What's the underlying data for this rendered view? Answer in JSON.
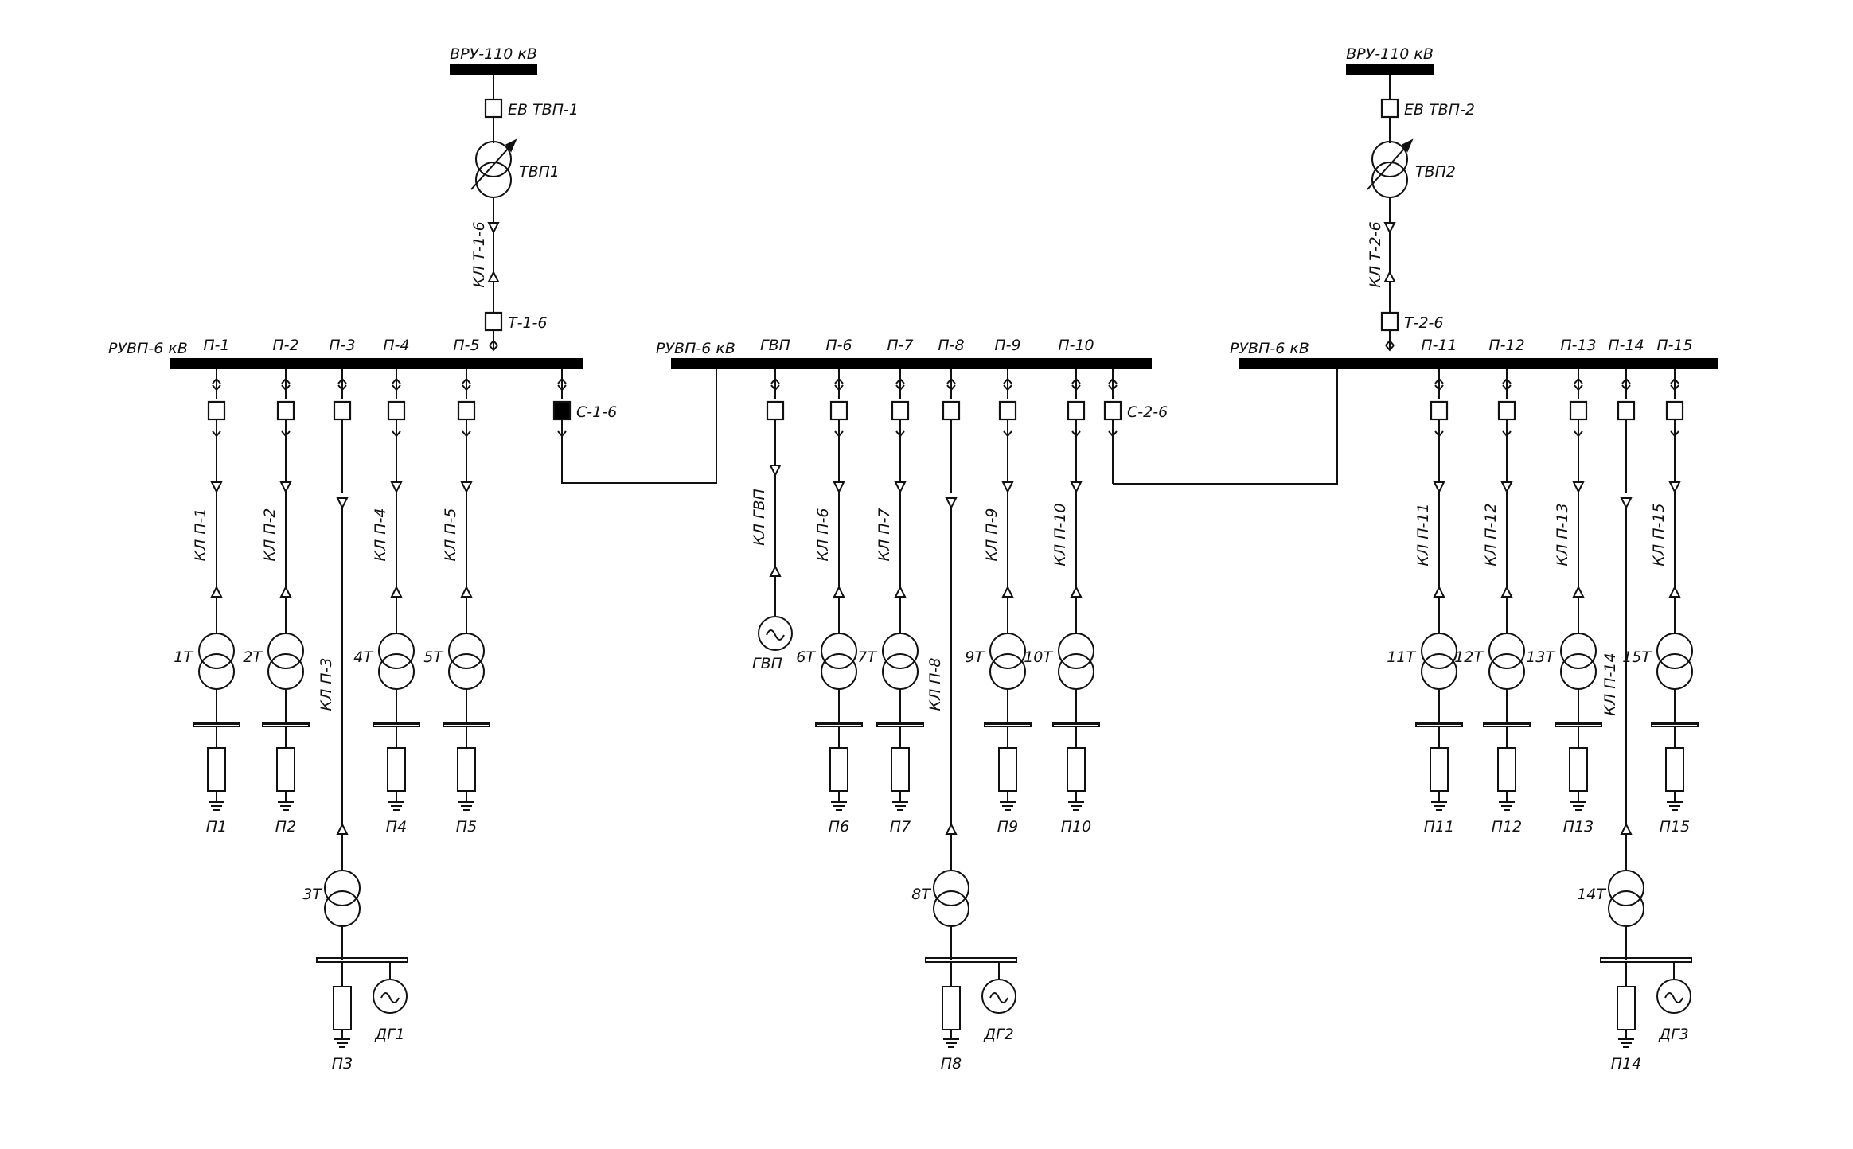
{
  "hv": [
    {
      "bus": "ВРУ-110 кВ",
      "breaker": "ЕВ ТВП-1",
      "transformer": "ТВП1",
      "cable": "КЛ Т-1-6",
      "incomer": "Т-1-6"
    },
    {
      "bus": "ВРУ-110 кВ",
      "breaker": "ЕВ ТВП-2",
      "transformer": "ТВП2",
      "cable": "КЛ Т-2-6",
      "incomer": "Т-2-6"
    }
  ],
  "buses": [
    "РУВП-6 кВ",
    "РУВП-6 кВ",
    "РУВП-6 кВ"
  ],
  "section_breakers": [
    {
      "label": "С-1-6",
      "state": "closed"
    },
    {
      "label": "С-2-6",
      "state": "open"
    }
  ],
  "generator_feeder": {
    "feeder": "ГВП",
    "cable": "КЛ ГВП",
    "generator": "ГВП"
  },
  "feeders": [
    {
      "feeder": "П-1",
      "cable": "КЛ П-1",
      "transformer": "1Т",
      "load": "П1",
      "bus": 0,
      "type": "short"
    },
    {
      "feeder": "П-2",
      "cable": "КЛ П-2",
      "transformer": "2Т",
      "load": "П2",
      "bus": 0,
      "type": "short"
    },
    {
      "feeder": "П-3",
      "cable": "КЛ П-3",
      "transformer": "3Т",
      "load": "П3",
      "generator": "ДГ1",
      "bus": 0,
      "type": "long"
    },
    {
      "feeder": "П-4",
      "cable": "КЛ П-4",
      "transformer": "4Т",
      "load": "П4",
      "bus": 0,
      "type": "short"
    },
    {
      "feeder": "П-5",
      "cable": "КЛ П-5",
      "transformer": "5Т",
      "load": "П5",
      "bus": 0,
      "type": "short"
    },
    {
      "feeder": "П-6",
      "cable": "КЛ П-6",
      "transformer": "6Т",
      "load": "П6",
      "bus": 1,
      "type": "short"
    },
    {
      "feeder": "П-7",
      "cable": "КЛ П-7",
      "transformer": "7Т",
      "load": "П7",
      "bus": 1,
      "type": "short"
    },
    {
      "feeder": "П-8",
      "cable": "КЛ П-8",
      "transformer": "8Т",
      "load": "П8",
      "generator": "ДГ2",
      "bus": 1,
      "type": "long"
    },
    {
      "feeder": "П-9",
      "cable": "КЛ П-9",
      "transformer": "9Т",
      "load": "П9",
      "bus": 1,
      "type": "short"
    },
    {
      "feeder": "П-10",
      "cable": "КЛ П-10",
      "transformer": "10Т",
      "load": "П10",
      "bus": 1,
      "type": "short"
    },
    {
      "feeder": "П-11",
      "cable": "КЛ П-11",
      "transformer": "11Т",
      "load": "П11",
      "bus": 2,
      "type": "short"
    },
    {
      "feeder": "П-12",
      "cable": "КЛ П-12",
      "transformer": "12Т",
      "load": "П12",
      "bus": 2,
      "type": "short"
    },
    {
      "feeder": "П-13",
      "cable": "КЛ П-13",
      "transformer": "13Т",
      "load": "П13",
      "bus": 2,
      "type": "short"
    },
    {
      "feeder": "П-14",
      "cable": "КЛ П-14",
      "transformer": "14Т",
      "load": "П14",
      "generator": "ДГ3",
      "bus": 2,
      "type": "long"
    },
    {
      "feeder": "П-15",
      "cable": "КЛ П-15",
      "transformer": "15Т",
      "load": "П15",
      "bus": 2,
      "type": "short"
    }
  ]
}
